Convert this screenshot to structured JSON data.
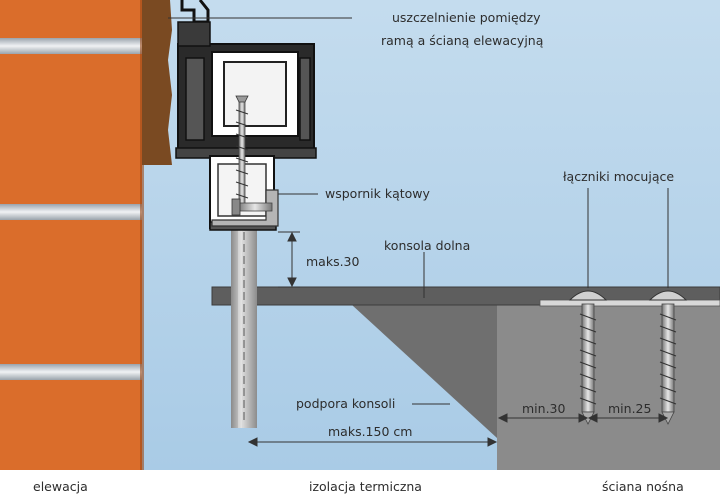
{
  "labels": {
    "seal_line1": "uszczelnienie pomiędzy",
    "seal_line2": "ramą a ścianą elewacyjną",
    "angle_bracket": "wspornik kątowy",
    "fasteners": "łączniki mocujące",
    "max_gap": "maks.30",
    "bottom_console": "konsola dolna",
    "console_support": "podpora konsoli",
    "min_left": "min.30",
    "min_right": "min.25",
    "max_span": "maks.150 cm"
  },
  "captions": {
    "elevation": "elewacja",
    "thermal_insulation": "izolacja termiczna",
    "load_bearing_wall": "ściana nośna"
  }
}
